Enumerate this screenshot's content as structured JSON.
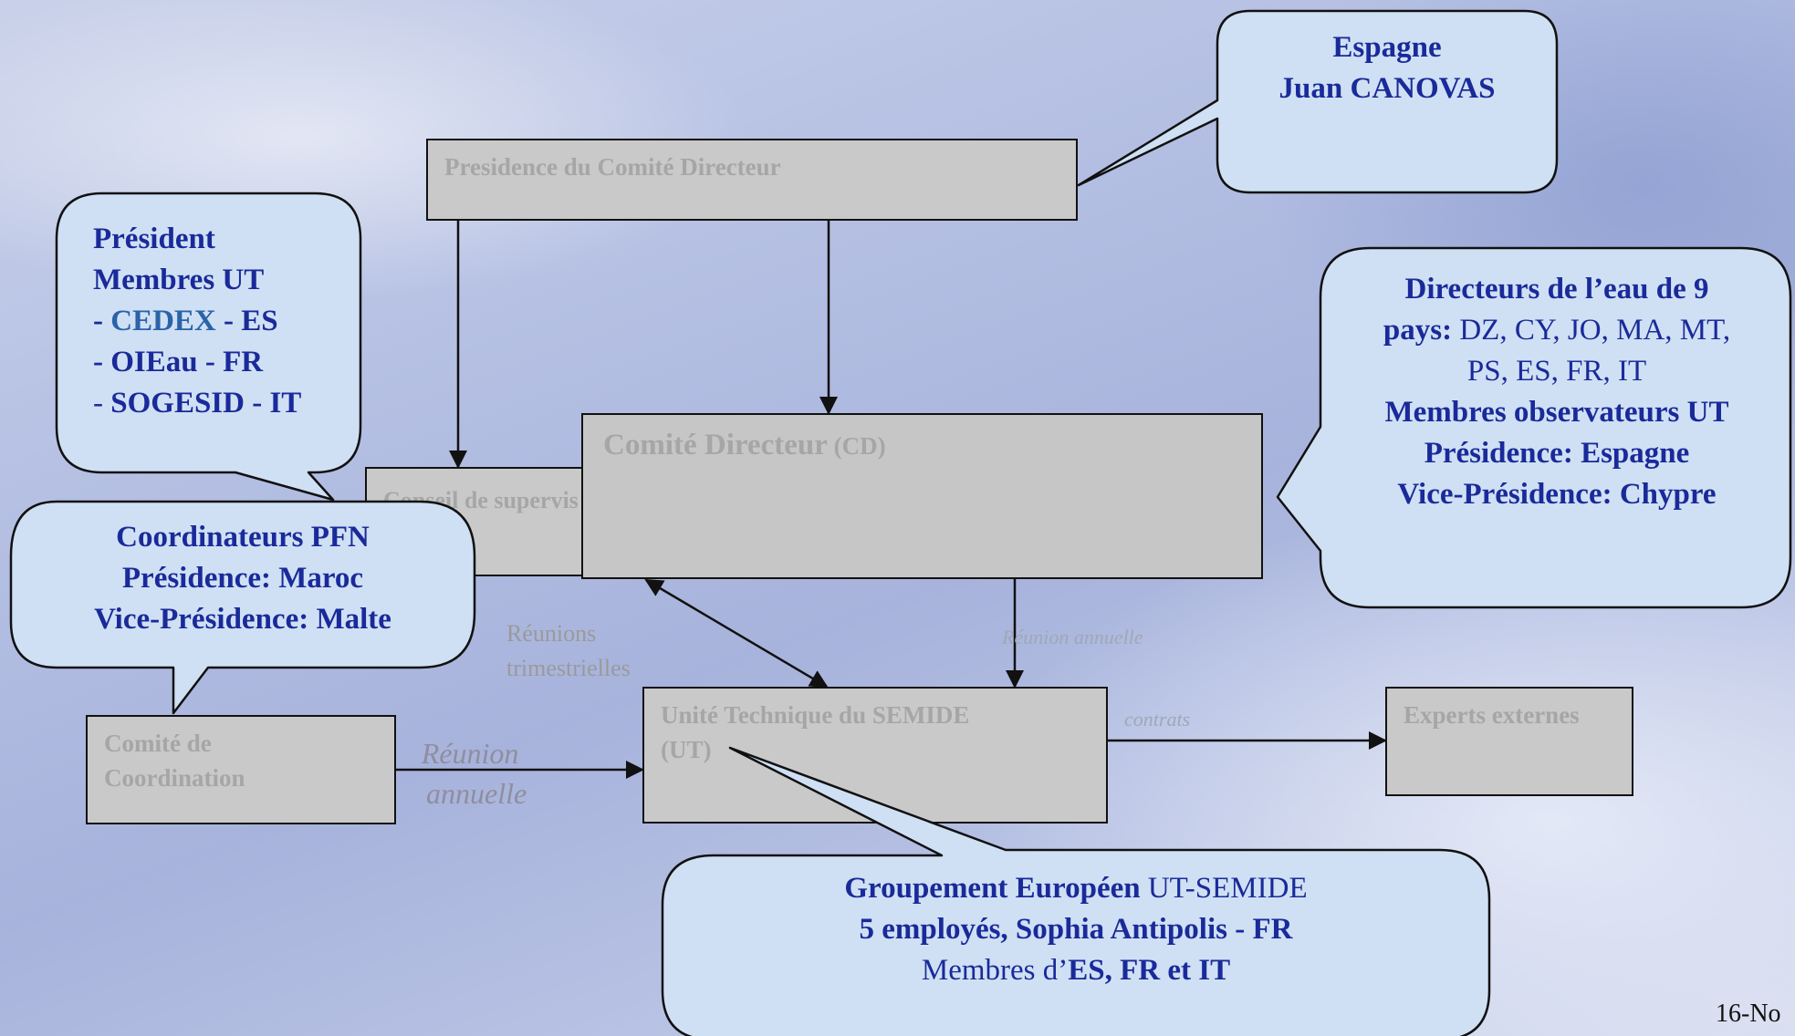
{
  "boxes": {
    "presidence": "Presidence du Comité Directeur",
    "cd_main": "Comité Directeur",
    "cd_abbr": "(CD)",
    "conseil": "Conseil de supervis",
    "coordination_l1": "Comité de",
    "coordination_l2": "Coordination",
    "ut_l1": "Unité Technique du SEMIDE",
    "ut_l2": "(UT)",
    "experts": "Experts externes"
  },
  "labels": {
    "trimestrielles_l1": "Réunions",
    "trimestrielles_l2": "trimestrielles",
    "reunion_annuelle_top": "Réunion annuelle",
    "reunion_annuelle_l1": "Réunion",
    "reunion_annuelle_l2": "annuelle",
    "contrats": "contrats"
  },
  "callouts": {
    "espagne": {
      "l1": "Espagne",
      "l2": "Juan CANOVAS"
    },
    "president": {
      "l1": "Président",
      "l2": "Membres UT",
      "l3_dash": "- ",
      "l3_org": "CEDEX",
      "l3_rest": " - ES",
      "l4": "- OIEau - FR",
      "l5_dash": "- ",
      "l5_rest": "SOGESID - IT"
    },
    "pfn": {
      "l1": "Coordinateurs PFN",
      "l2": "Présidence: Maroc",
      "l3": "Vice-Présidence: Malte"
    },
    "directeurs": {
      "l1": "Directeurs de l’eau de 9",
      "l2_bold": "pays:",
      "l2_rest": " DZ, CY, JO, MA, MT,",
      "l3": "PS, ES, FR, IT",
      "l4": "Membres observateurs UT",
      "l5": "Présidence: Espagne",
      "l6": "Vice-Présidence: Chypre"
    },
    "groupement": {
      "l1_bold": "Groupement Européen",
      "l1_rest": " UT-SEMIDE",
      "l2": "5 employés, Sophia Antipolis - FR",
      "l3_plain": "Membres d’",
      "l3_bold": "ES, FR et IT"
    }
  },
  "footer": {
    "date": "16-No"
  },
  "colors": {
    "callout_fill": "#cfe0f4",
    "box_fill": "#c9c9c9",
    "callout_text": "#1a2a9a",
    "box_text": "#a6a6a6"
  }
}
